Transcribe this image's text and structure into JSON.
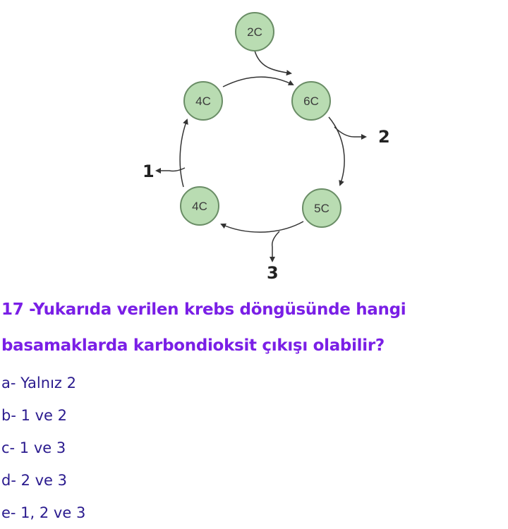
{
  "diagram": {
    "nodes": {
      "n2c": "2C",
      "n6c": "6C",
      "n5c": "5C",
      "n4c_bottom": "4C",
      "n4c_top": "4C"
    },
    "outputs": {
      "out1": "1",
      "out2": "2",
      "out3": "3"
    }
  },
  "question": {
    "text": "17 -Yukarıda verilen krebs döngüsünde hangi basamaklarda karbondioksit çıkışı olabilir?",
    "color": "#7a1fe6"
  },
  "options": [
    "a- Yalnız 2",
    "b- 1 ve 2",
    "c- 1 ve 3",
    "d- 2 ve 3",
    "e- 1, 2 ve 3"
  ]
}
